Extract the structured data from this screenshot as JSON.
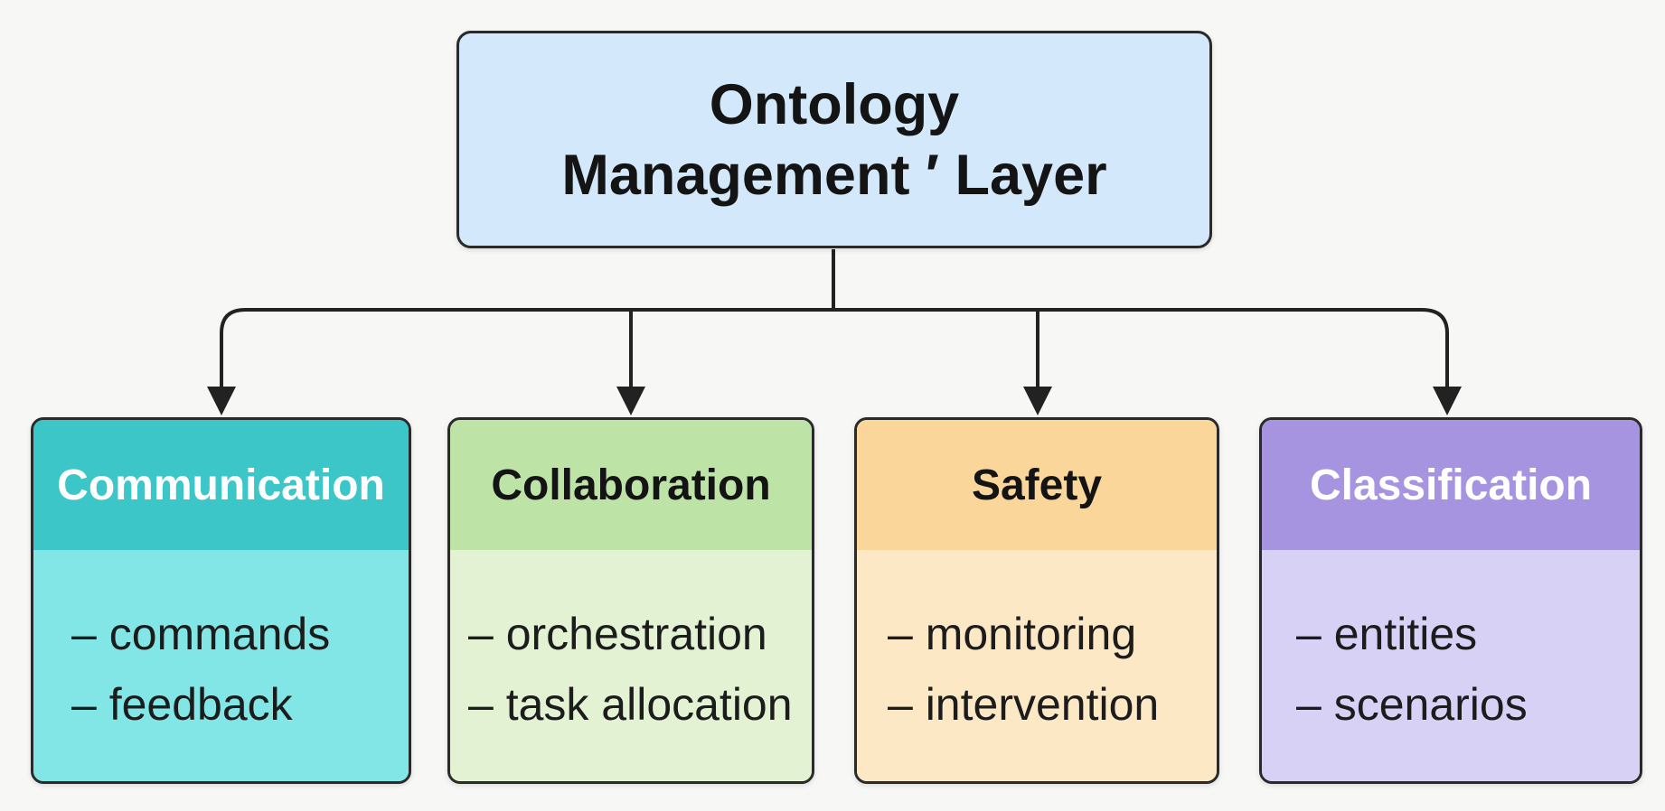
{
  "root": {
    "title_line1": "Ontology",
    "title_line2": "Management ′ Layer"
  },
  "children": [
    {
      "title": "Communication",
      "items": [
        "– commands",
        "– feedback"
      ],
      "header_color": "#3cc6c8",
      "body_color": "#83e6e6",
      "title_color": "#ffffff"
    },
    {
      "title": "Collaboration",
      "items": [
        "– orchestration",
        "– task allocation"
      ],
      "header_color": "#bde4a6",
      "body_color": "#e2f2d3",
      "title_color": "#141414"
    },
    {
      "title": "Safety",
      "items": [
        "– monitoring",
        "– intervention"
      ],
      "header_color": "#fad69a",
      "body_color": "#fde8c6",
      "title_color": "#141414"
    },
    {
      "title": "Classification",
      "items": [
        "– entities",
        "– scenarios"
      ],
      "header_color": "#a794e0",
      "body_color": "#d7d1f6",
      "title_color": "#ffffff"
    }
  ]
}
